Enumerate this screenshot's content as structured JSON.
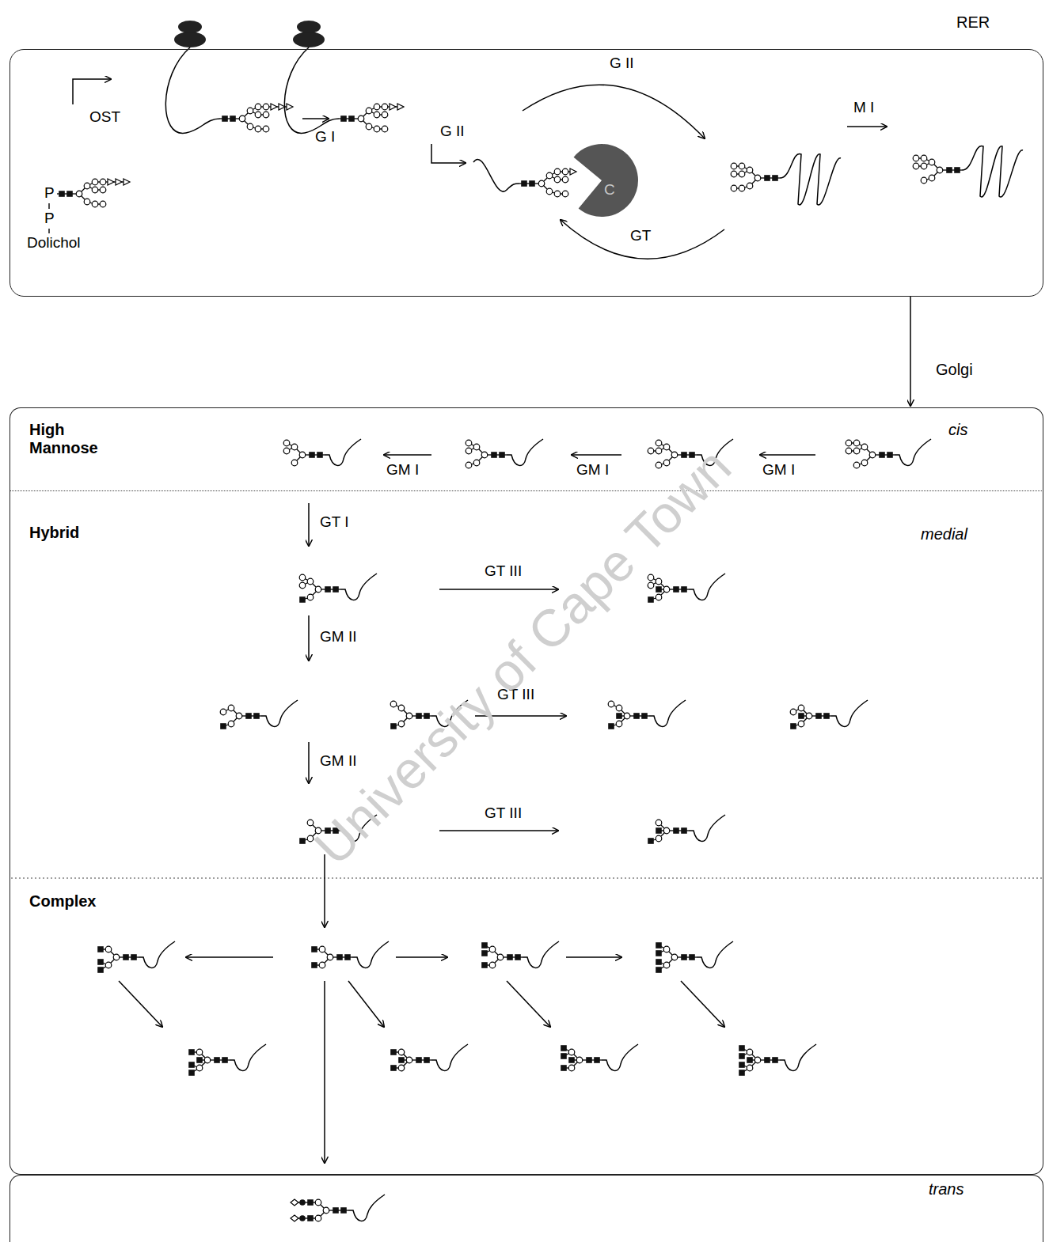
{
  "diagram": {
    "nodes": [
      {
        "text": [
          "RER"
        ]
      },
      {
        "text": [
          "High Mannose",
          "cis"
        ]
      },
      {
        "text": [
          "Hybrid",
          "Complex",
          "medial"
        ]
      },
      {
        "text": [
          "trans"
        ]
      }
    ],
    "edges": [
      {
        "from": 0,
        "to": 1,
        "arrow": "to",
        "label": "Golgi"
      }
    ],
    "labels": [
      "OST",
      "G I",
      "G II",
      "G II",
      "C",
      "GT",
      "M I",
      "P",
      "P",
      "Dolichol",
      "GM I",
      "GM I",
      "GM I",
      "GT I",
      "GT III",
      "GM II",
      "GT III",
      "GM II",
      "GT III",
      "University of Cape Town"
    ]
  }
}
